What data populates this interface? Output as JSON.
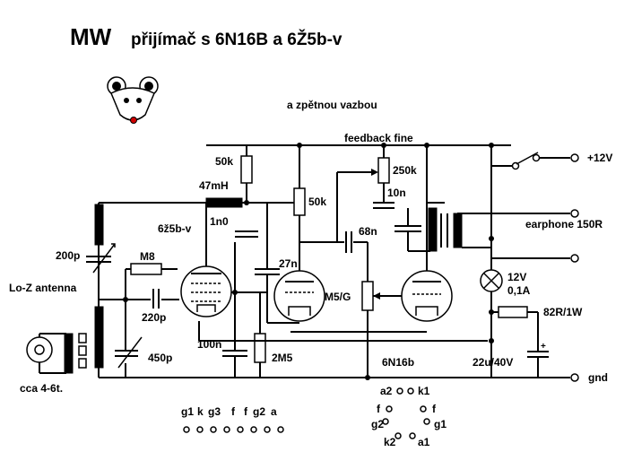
{
  "title": {
    "prefix": "MW",
    "main": "přijímač s 6N16B  a 6Ž5b-v"
  },
  "subtitle": "a zpětnou vazbou",
  "labels": {
    "feedback": "feedback fine",
    "supply": "+12V",
    "gnd": "gnd",
    "earphone": "earphone 150R",
    "lamp_v": "12V",
    "lamp_a": "0,1A",
    "r_82": "82R/1W",
    "cap_22u": "22u/40V",
    "cap_plus": "+",
    "tube1": "6ž5b-v",
    "tube2": "M5/G",
    "tube3": "6N16b",
    "r_50k_a": "50k",
    "r_50k_b": "50k",
    "choke": "47mH",
    "pot_250k": "250k",
    "cap_10n": "10n",
    "cap_1n0": "1n0",
    "cap_68n": "68n",
    "cap_27n": "27n",
    "cap_100n": "100n",
    "r_2m5": "2M5",
    "r_m8": "M8",
    "cap_220p": "220p",
    "cap_450p": "450p",
    "cap_200p": "200p",
    "antenna": "Lo-Z antenna",
    "coil_turns": "cca 4-6t."
  },
  "pinout_left": [
    "g1",
    "k",
    "g3",
    "f",
    "f",
    "g2",
    "a"
  ],
  "pinout_right": {
    "a2": "a2",
    "k1": "k1",
    "f_l": "f",
    "f_r": "f",
    "g2": "g2",
    "g1": "g1",
    "k2": "k2",
    "a1": "a1"
  }
}
